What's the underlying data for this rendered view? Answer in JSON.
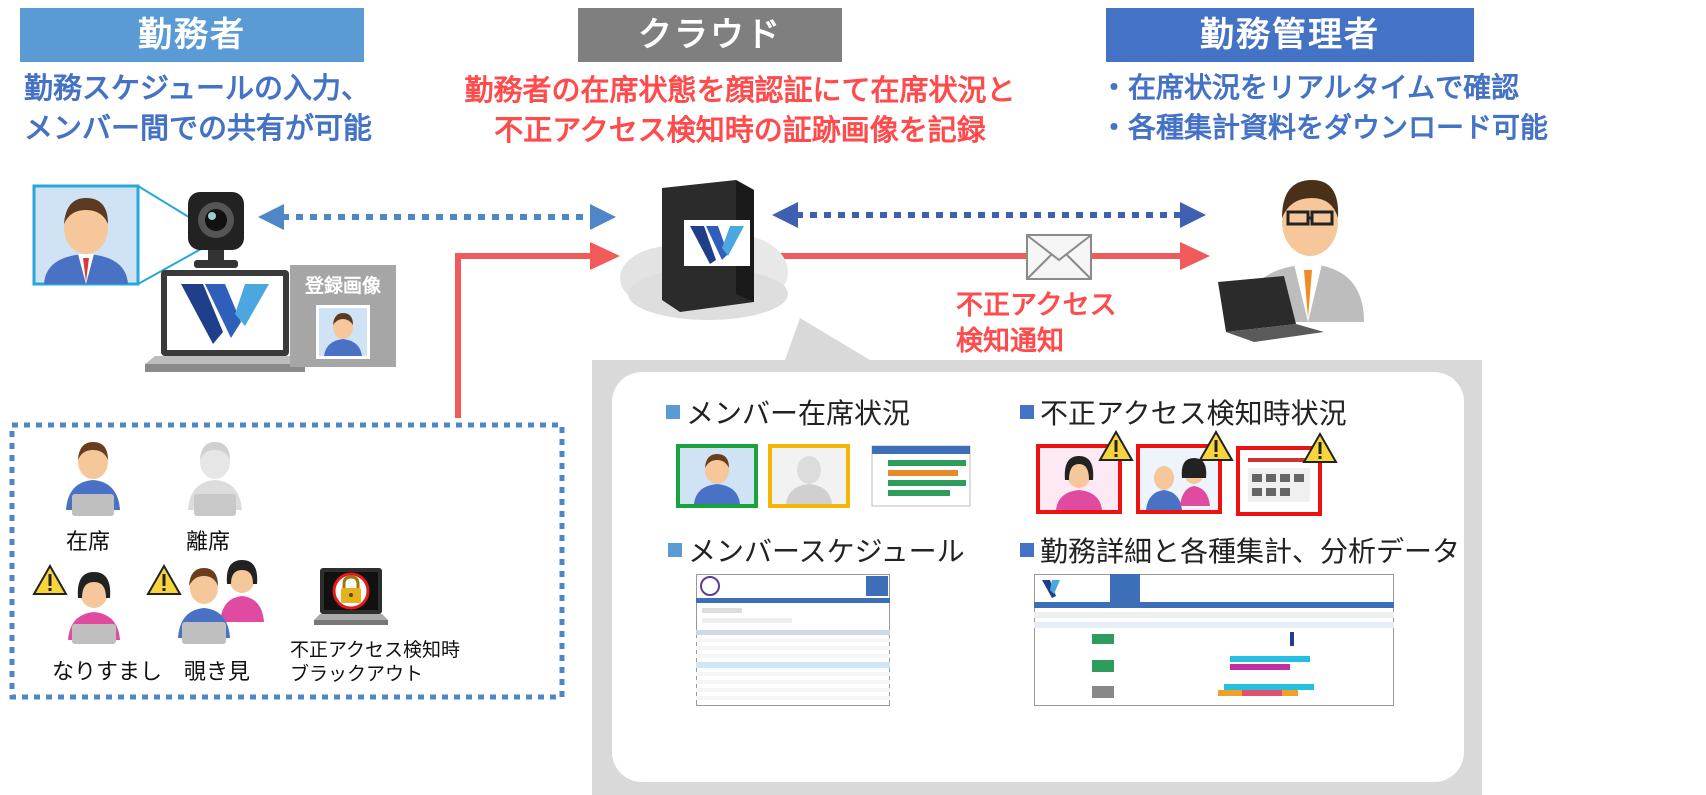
{
  "roles": {
    "worker": {
      "title": "勤務者",
      "desc": [
        "勤務スケジュールの入力、",
        "メンバー間での共有が可能"
      ]
    },
    "cloud": {
      "title": "クラウド",
      "desc": [
        "勤務者の在席状態を顔認証にて在席状況と",
        "不正アクセス検知時の証跡画像を記録"
      ]
    },
    "manager": {
      "title": "勤務管理者",
      "desc": [
        "・在席状況をリアルタイムで確認",
        "・各種集計資料をダウンロード可能"
      ]
    }
  },
  "registered_image_label": "登録画像",
  "alert_label": [
    "不正アクセス",
    "検知通知"
  ],
  "states": {
    "present": "在席",
    "away": "離席",
    "impersonation": "なりすまし",
    "peeking": "覗き見",
    "blackout": [
      "不正アクセス検知時",
      "ブラックアウト"
    ]
  },
  "cloud_panel": {
    "member_status": "メンバー在席状況",
    "incident_status": "不正アクセス検知時状況",
    "member_schedule": "メンバースケジュール",
    "work_details": "勤務詳細と各種集計、分析データ"
  },
  "colors": {
    "worker_header": "#5b9bd5",
    "cloud_header": "#7f7f7f",
    "manager_header": "#4472c4",
    "red_text": "#ff4b4b",
    "blue_text": "#4472c4",
    "panel_bg": "#d9d9d9",
    "present_frame": "#1aa33a",
    "away_frame": "#f2b705",
    "alert_frame": "#ee1111"
  },
  "icons": [
    "webcam-icon",
    "laptop-icon",
    "server-icon",
    "cloud-icon",
    "mail-icon",
    "manager-icon",
    "warning-icon",
    "lock-icon",
    "logo-icon"
  ]
}
